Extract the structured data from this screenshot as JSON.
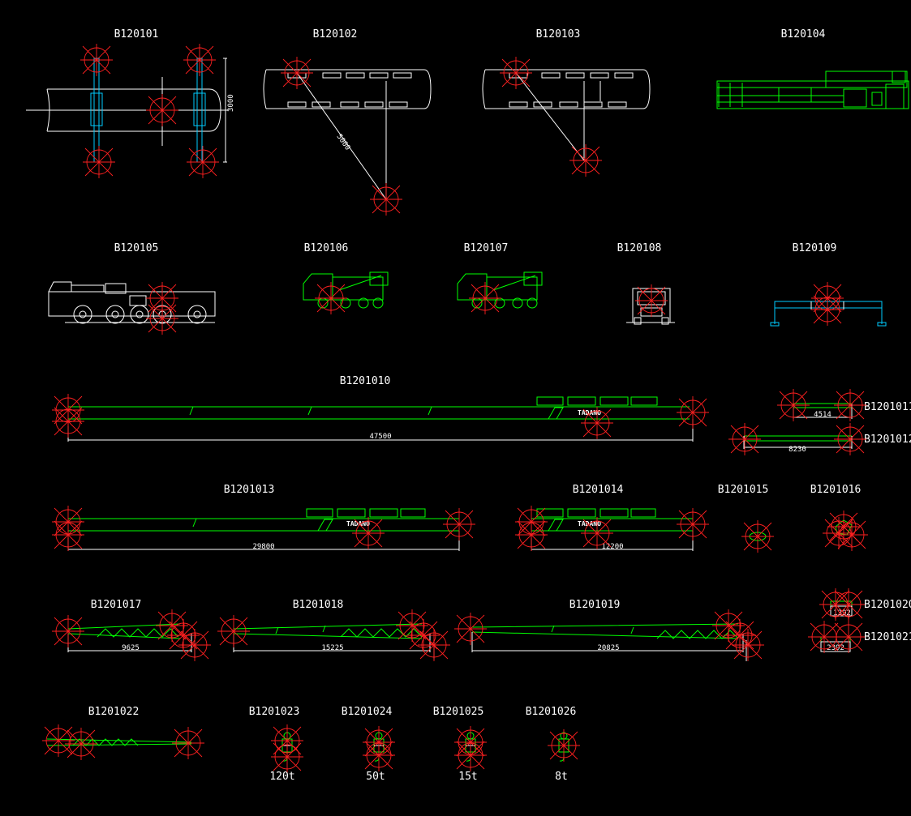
{
  "drawing": {
    "background": "#000000",
    "colors": {
      "outline": "#ffffff",
      "machine": "#00ff00",
      "marker": "#ff2020",
      "beam": "#00ccff"
    }
  },
  "blocks": {
    "b1": {
      "label": "B120101"
    },
    "b2": {
      "label": "B120102"
    },
    "b3": {
      "label": "B120103"
    },
    "b4": {
      "label": "B120104"
    },
    "b5": {
      "label": "B120105"
    },
    "b6": {
      "label": "B120106"
    },
    "b7": {
      "label": "B120107"
    },
    "b8": {
      "label": "B120108"
    },
    "b9": {
      "label": "B120109"
    },
    "b10": {
      "label": "B1201010",
      "dimension": "47500"
    },
    "b11": {
      "label": "B1201011",
      "dimension": "4514"
    },
    "b12": {
      "label": "B1201012",
      "dimension": "8230"
    },
    "b13": {
      "label": "B1201013",
      "dimension": "29800"
    },
    "b14": {
      "label": "B1201014",
      "dimension": "12200"
    },
    "b15": {
      "label": "B1201015"
    },
    "b16": {
      "label": "B1201016"
    },
    "b17": {
      "label": "B1201017",
      "dimension": "9625"
    },
    "b18": {
      "label": "B1201018",
      "dimension": "15225"
    },
    "b19": {
      "label": "B1201019",
      "dimension": "20825"
    },
    "b20": {
      "label": "B1201020",
      "dimension": "1392"
    },
    "b21": {
      "label": "B1201021",
      "dimension": "2392"
    },
    "b22": {
      "label": "B1201022"
    },
    "b23": {
      "label": "B1201023",
      "weight": "120t"
    },
    "b24": {
      "label": "B1201024",
      "weight": "50t"
    },
    "b25": {
      "label": "B1201025",
      "weight": "15t"
    },
    "b26": {
      "label": "B1201026",
      "weight": "8t"
    }
  },
  "boom_brand": "TADANO",
  "small_dims": {
    "b1_height": "3000",
    "b2_diag": "5000"
  }
}
